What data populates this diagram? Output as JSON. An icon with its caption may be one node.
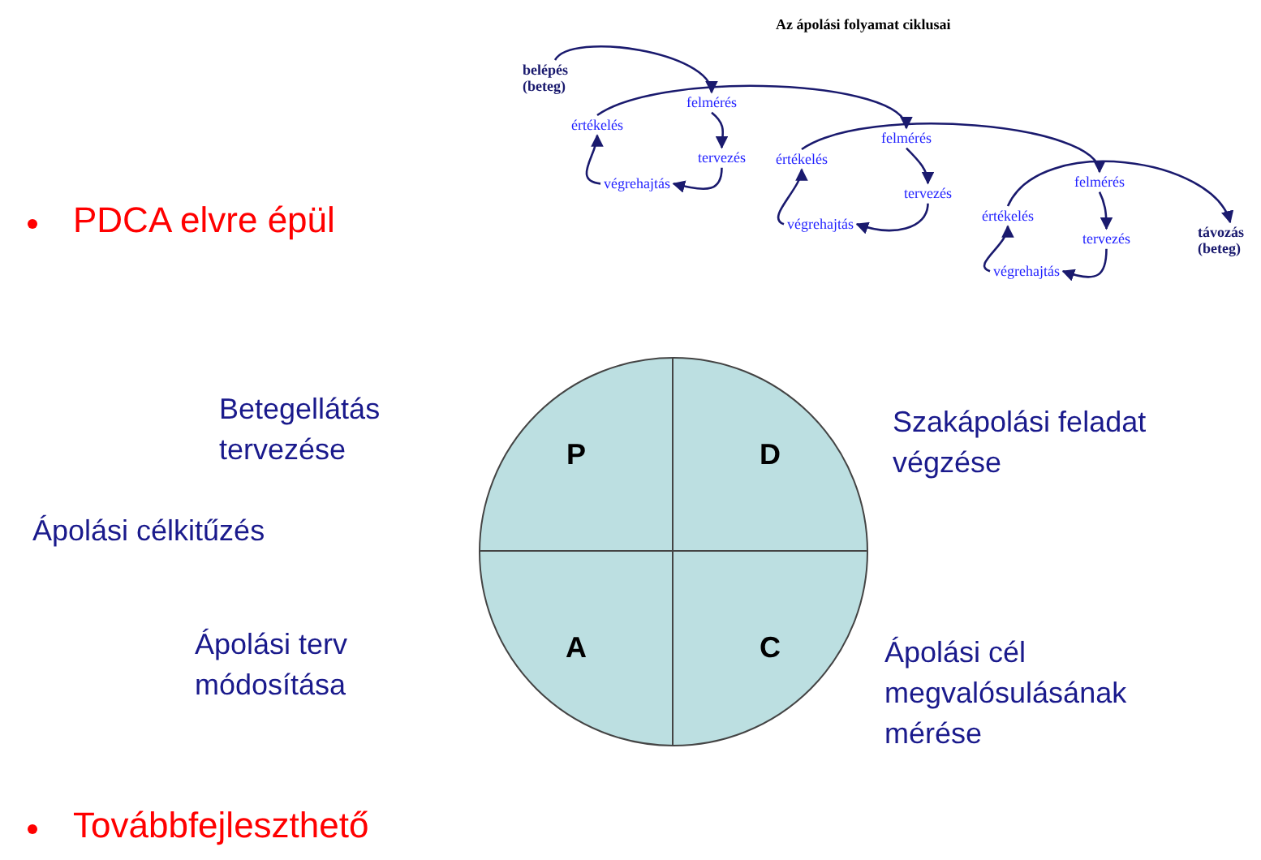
{
  "diagram": {
    "title": "Az ápolási folyamat ciklusai",
    "nodes": [
      {
        "text": [
          "belépés (beteg)"
        ]
      },
      {
        "text": [
          "felmérés"
        ]
      },
      {
        "text": [
          "tervezés"
        ]
      },
      {
        "text": [
          "végrehajtás"
        ]
      },
      {
        "text": [
          "értékelés"
        ]
      },
      {
        "text": [
          "felmérés"
        ]
      },
      {
        "text": [
          "tervezés"
        ]
      },
      {
        "text": [
          "végrehajtás"
        ]
      },
      {
        "text": [
          "értékelés"
        ]
      },
      {
        "text": [
          "felmérés"
        ]
      },
      {
        "text": [
          "tervezés"
        ]
      },
      {
        "text": [
          "végrehajtás"
        ]
      },
      {
        "text": [
          "értékelés"
        ]
      },
      {
        "text": [
          "távozás (beteg)"
        ]
      },
      {
        "text": [],
        "shape": "circle"
      },
      {
        "text": [
          "P"
        ],
        "in": 14
      },
      {
        "text": [
          "D"
        ],
        "in": 14
      },
      {
        "text": [
          "A"
        ],
        "in": 14
      },
      {
        "text": [
          "C"
        ],
        "in": 14
      }
    ],
    "edges": [
      {
        "from": 0,
        "to": 1,
        "arrow": "to"
      },
      {
        "from": 1,
        "to": 2,
        "arrow": "to"
      },
      {
        "from": 2,
        "to": 3,
        "arrow": "to"
      },
      {
        "from": 3,
        "to": 4,
        "arrow": "to"
      },
      {
        "from": 4,
        "to": 5,
        "arrow": "to"
      },
      {
        "from": 5,
        "to": 6,
        "arrow": "to"
      },
      {
        "from": 6,
        "to": 7,
        "arrow": "to"
      },
      {
        "from": 7,
        "to": 8,
        "arrow": "to"
      },
      {
        "from": 8,
        "to": 9,
        "arrow": "to"
      },
      {
        "from": 9,
        "to": 10,
        "arrow": "to"
      },
      {
        "from": 10,
        "to": 11,
        "arrow": "to"
      },
      {
        "from": 11,
        "to": 12,
        "arrow": "to"
      },
      {
        "from": 12,
        "to": 13,
        "arrow": "to"
      }
    ],
    "labels": [
      "PDCA elvre épül",
      "Betegellátás tervezése",
      "Szakápolási feladat végzése",
      "Ápolási célkitűzés",
      "Ápolási terv módosítása",
      "Ápolási cél megvalósulásának mérése",
      "Továbbfejleszthető"
    ]
  }
}
